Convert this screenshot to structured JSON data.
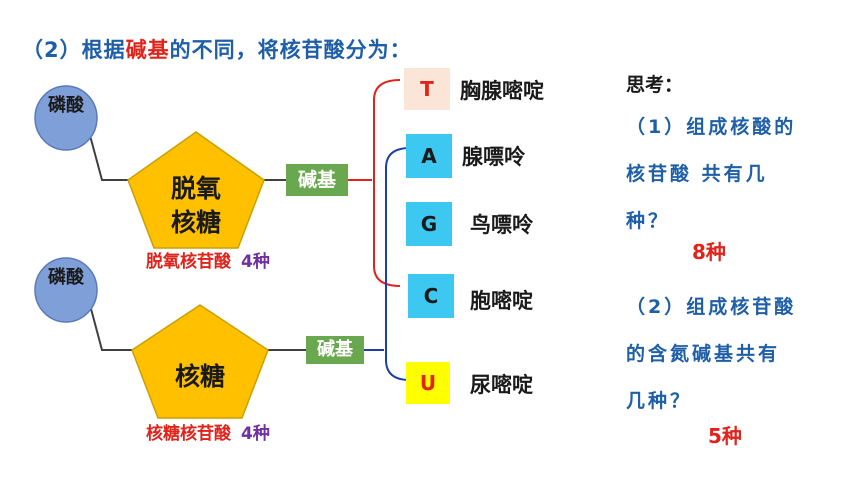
{
  "title": {
    "prefix": "（2）根据",
    "highlight": "碱基",
    "suffix": "的不同，将核苷酸分为："
  },
  "phosphate_label": "磷酸",
  "deoxyribose": {
    "line1": "脱氧",
    "line2": "核糖",
    "nucleotide": "脱氧核苷酸",
    "count": "4种"
  },
  "ribose": {
    "label": "核糖",
    "nucleotide": "核糖核苷酸",
    "count": "4种"
  },
  "base_label": "碱基",
  "bases": [
    {
      "letter": "T",
      "name": "胸腺嘧啶",
      "bg": "#fbe5d6",
      "fg": "#e0231b"
    },
    {
      "letter": "A",
      "name": "腺嘌呤",
      "bg": "#3cc8f0",
      "fg": "#1a1a1a"
    },
    {
      "letter": "G",
      "name": "鸟嘌呤",
      "bg": "#3cc8f0",
      "fg": "#1a1a1a"
    },
    {
      "letter": "C",
      "name": "胞嘧啶",
      "bg": "#3cc8f0",
      "fg": "#1a1a1a"
    },
    {
      "letter": "U",
      "name": "尿嘧啶",
      "bg": "#ffff00",
      "fg": "#e0231b"
    }
  ],
  "think": {
    "heading": "思考：",
    "q1": "（1）组成核酸的核苷酸 共有几种？",
    "a1": "8种",
    "q2": "（2）组成核苷酸的含氮碱基共有几种？",
    "a2": "5种"
  },
  "colors": {
    "title_blue": "#1f5fa8",
    "highlight_red": "#e0231b",
    "phosphate_fill": "#7f9fd8",
    "sugar_fill": "#ffc000",
    "base_box_green": "#6aa84f",
    "red_bracket": "#e0231b",
    "blue_bracket": "#1f3fa8",
    "count_purple": "#7030a0"
  }
}
